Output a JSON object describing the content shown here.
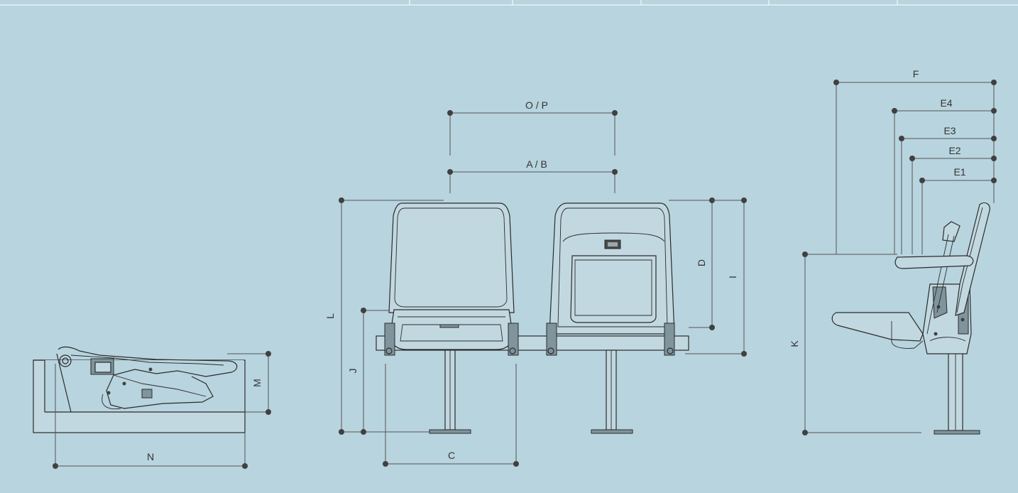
{
  "labels": {
    "O_P": "O / P",
    "A_B": "A / B",
    "C": "C",
    "D": "D",
    "I": "I",
    "J": "J",
    "L": "L",
    "K": "K",
    "M": "M",
    "N": "N",
    "F": "F",
    "E4": "E4",
    "E3": "E3",
    "E2": "E2",
    "E1": "E1"
  },
  "colors": {
    "background": "#b8d4de",
    "ink": "#2b2b2b",
    "dimension": "#555555",
    "shade": "#7f949c"
  }
}
